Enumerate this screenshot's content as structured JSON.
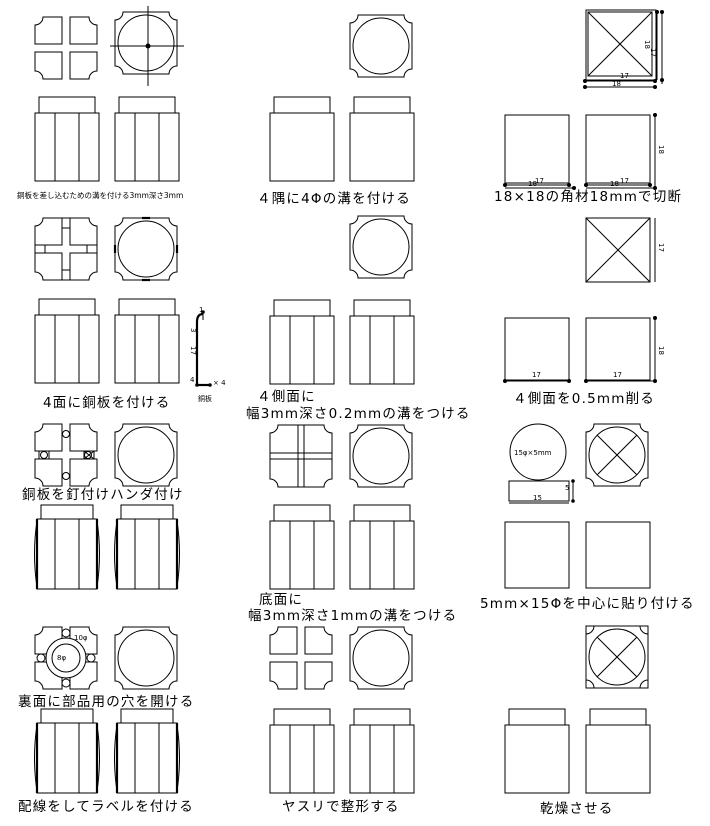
{
  "captions": {
    "c1a": "銅板を差し込むための溝を付ける3mm深さ3mm",
    "c1b": "４隅に4Φの溝を付ける",
    "c1c": "18×18の角材18mmで切断",
    "c2a": "4面に銅板を付ける",
    "c2b_line1": "４側面に",
    "c2b_line2": "幅3mm深さ0.2mmの溝をつける",
    "c2c": "４側面を0.5mm削る",
    "c3a": "銅板を釘付けハンダ付け",
    "c3b_line1": "底面に",
    "c3b_line2": "幅3mm深さ1mmの溝をつける",
    "c3c": "5mm×15Φを中心に貼り付ける",
    "c4a": "裏面に部品用の穴を開ける",
    "c4b": "配線をしてラベルを付ける",
    "c4c": "ヤスリで整形する",
    "c4d": "乾燥させる"
  },
  "dimensions": {
    "d17": "17",
    "d18": "18",
    "d3": "3",
    "d1": "1",
    "d4": "4",
    "copper_plate": "銅板",
    "times4": "× 4",
    "d15": "15",
    "d5": "5",
    "disk_label": "15φ×5mm",
    "hole_large": "10φ",
    "hole_small": "8φ"
  }
}
